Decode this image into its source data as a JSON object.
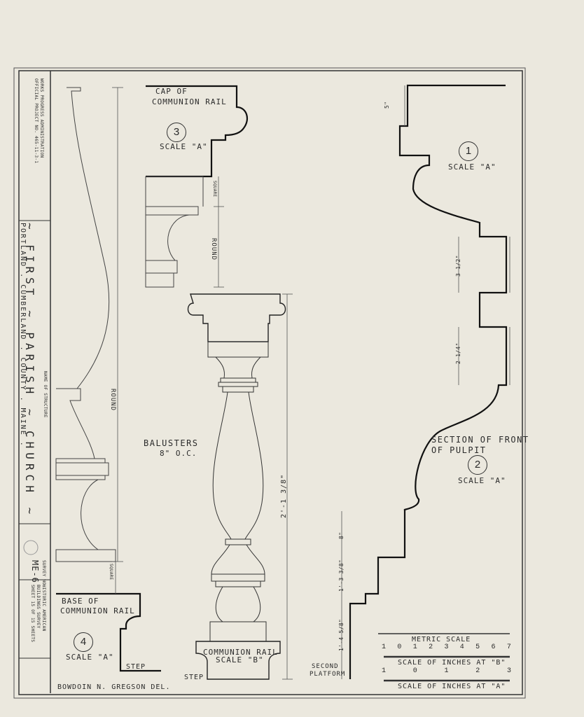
{
  "title_block": {
    "agency_line1": "WORKS PROGRESS ADMINISTRATION",
    "agency_line2": "OFFICIAL PROJECT NO. 465-11-3-1",
    "structure_name": "~ FIRST ~ PARISH ~ CHURCH ~",
    "location": "PORTLAND . CUMBERLAND . COUNTY . MAINE .",
    "name_of_structure_label": "NAME OF STRUCTURE",
    "survey_label": "SURVEY NO.",
    "survey_number": "ME-6",
    "habs_line1": "HISTORIC AMERICAN",
    "habs_line2": "BUILDINGS SURVEY",
    "sheet_info": "SHEET 15 OF 15 SHEETS"
  },
  "drawings": {
    "cap_title_1": "CAP OF",
    "cap_title_2": "COMMUNION RAIL",
    "cap_number": "3",
    "cap_scale": "SCALE \"A\"",
    "section_number": "1",
    "section_scale": "SCALE \"A\"",
    "pulpit_title_1": "SECTION OF FRONT",
    "pulpit_title_2": "OF PULPIT",
    "pulpit_number": "2",
    "pulpit_scale": "SCALE \"A\"",
    "balusters_1": "BALUSTERS",
    "balusters_2": "8\" O.C.",
    "base_title_1": "BASE OF",
    "base_title_2": "COMMUNION RAIL",
    "base_number": "4",
    "base_scale": "SCALE \"A\"",
    "communion_rail": "COMMUNION RAIL",
    "communion_scale": "SCALE \"B\"",
    "step_1": "STEP",
    "step_2": "STEP",
    "second_platform_1": "SECOND",
    "second_platform_2": "PLATFORM",
    "round_label": "ROUND",
    "round_label_2": "ROUND",
    "square_label": "SQUARE",
    "square_label_2": "SQUARE",
    "height_dim": "2'-1 3/8\"",
    "dim_5": "5\"",
    "dim_3": "3 1/2\"",
    "dim_2": "2 1/4\"",
    "dim_8": "8\"",
    "dim_1a": "1'-3 3/8\"",
    "dim_1b": "1'-4 5/8\""
  },
  "scales": {
    "metric_label": "METRIC SCALE",
    "metric_ticks": [
      "1",
      "0",
      "1",
      "2",
      "3",
      "4",
      "5",
      "6",
      "7"
    ],
    "scale_b_label": "SCALE OF INCHES AT \"B\"",
    "scale_a_ticks": [
      "1",
      "0",
      "1",
      "2",
      "3"
    ],
    "scale_a_label": "SCALE OF INCHES AT \"A\""
  },
  "delineator": "BOWDOIN N. GREGSON DEL."
}
